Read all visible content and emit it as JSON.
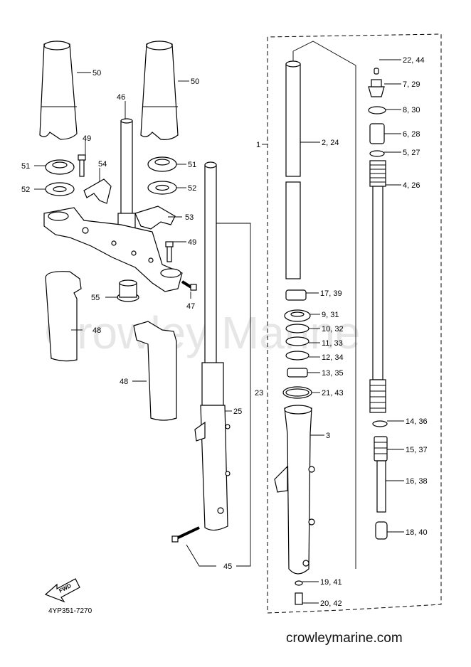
{
  "watermark": "Crowley Marine",
  "labels": {
    "l50a": "50",
    "l50b": "50",
    "l46": "46",
    "l49a": "49",
    "l54": "54",
    "l51a": "51",
    "l52a": "52",
    "l51b": "51",
    "l52b": "52",
    "l53": "53",
    "l49b": "49",
    "l55": "55",
    "l47": "47",
    "l48a": "48",
    "l48b": "48",
    "l1": "1",
    "l2_24": "2, 24",
    "l22_44": "22, 44",
    "l7_29": "7, 29",
    "l8_30": "8, 30",
    "l6_28": "6, 28",
    "l5_27": "5, 27",
    "l4_26": "4, 26",
    "l17_39": "17, 39",
    "l9_31": "9, 31",
    "l10_32": "10, 32",
    "l11_33": "11, 33",
    "l12_34": "12, 34",
    "l13_35": "13, 35",
    "l21_43": "21, 43",
    "l3": "3",
    "l14_36": "14, 36",
    "l15_37": "15, 37",
    "l16_38": "16, 38",
    "l18_40": "18, 40",
    "l19_41": "19, 41",
    "l20_42": "20, 42",
    "l23": "23",
    "l25": "25",
    "l45": "45"
  },
  "fwd_label": "FWD",
  "diagram_code": "4YP351-7270",
  "site": "crowleymarine.com"
}
